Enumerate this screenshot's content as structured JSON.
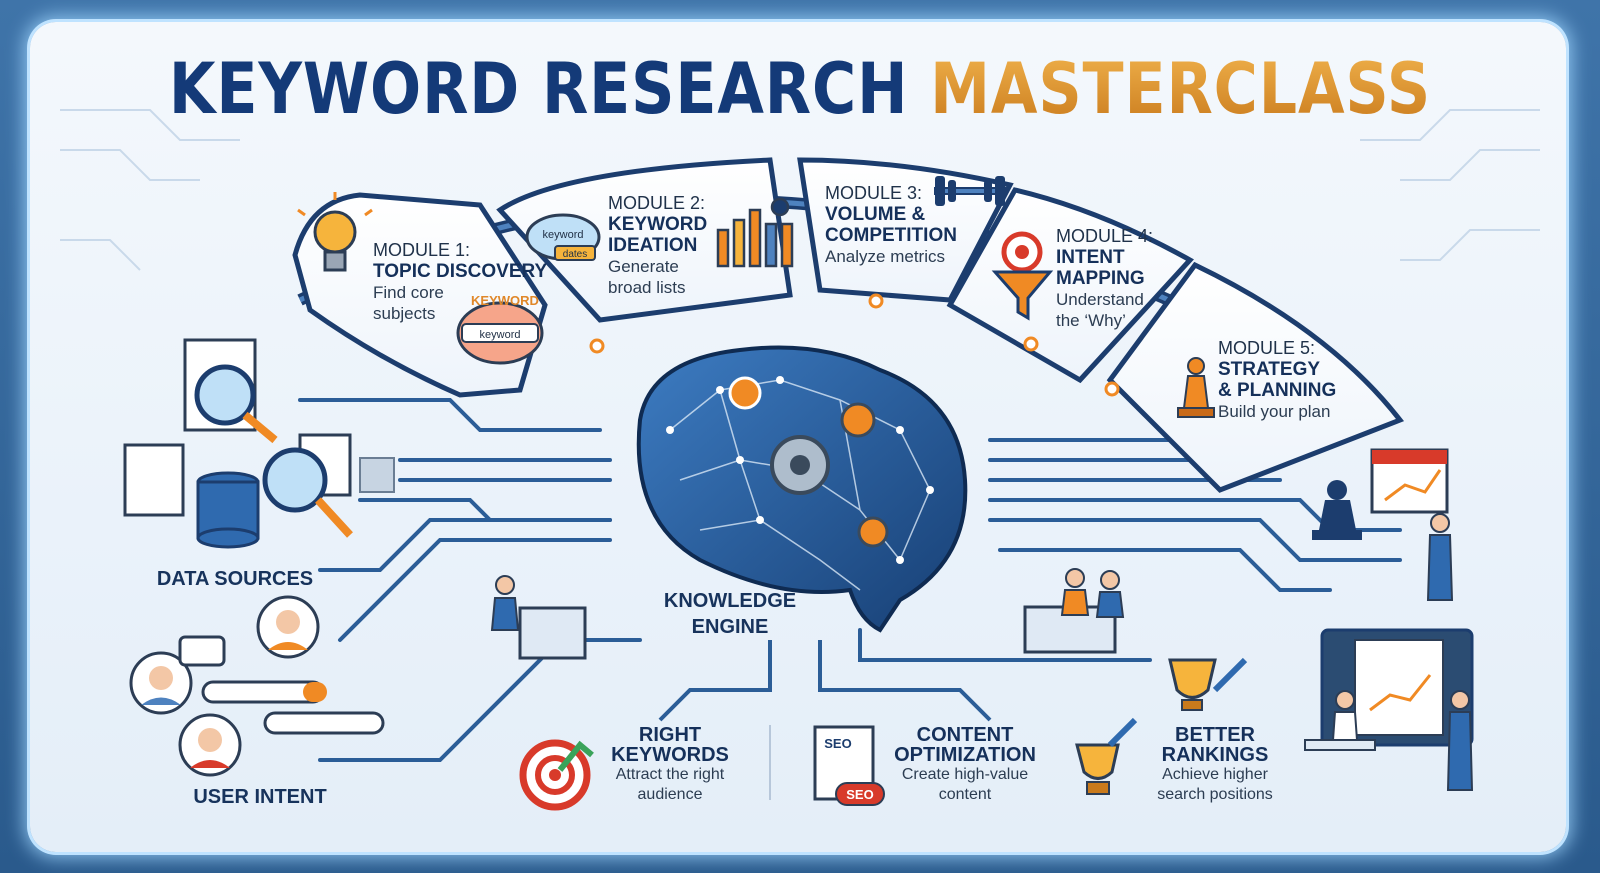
{
  "title": {
    "part1": "KEYWORD RESEARCH",
    "part2": "MASTERCLASS"
  },
  "modules": [
    {
      "number": "MODULE 1:",
      "name_l1": "TOPIC DISCOVERY",
      "name_l2": "",
      "desc_l1": "Find core",
      "desc_l2": "subjects"
    },
    {
      "number": "MODULE 2:",
      "name_l1": "KEYWORD",
      "name_l2": "IDEATION",
      "desc_l1": "Generate",
      "desc_l2": "broad lists"
    },
    {
      "number": "MODULE 3:",
      "name_l1": "VOLUME &",
      "name_l2": "COMPETITION",
      "desc_l1": "Analyze metrics",
      "desc_l2": ""
    },
    {
      "number": "MODULE 4:",
      "name_l1": "INTENT",
      "name_l2": "MAPPING",
      "desc_l1": "Understand",
      "desc_l2": "the ‘Why’"
    },
    {
      "number": "MODULE 5:",
      "name_l1": "STRATEGY",
      "name_l2": "& PLANNING",
      "desc_l1": "Build your plan",
      "desc_l2": ""
    }
  ],
  "illustration_words": {
    "cloud_top": "keyword",
    "cloud_bottom": "dates",
    "brain_top": "KEYWORD",
    "brain_tag": "keyword",
    "seo_doc": "SEO",
    "seo_badge": "SEO"
  },
  "labels": {
    "data_sources": "DATA SOURCES",
    "user_intent": "USER INTENT",
    "engine_l1": "KNOWLEDGE",
    "engine_l2": "ENGINE"
  },
  "outcomes": [
    {
      "h1": "RIGHT",
      "h2": "KEYWORDS",
      "d1": "Attract the right",
      "d2": "audience"
    },
    {
      "h1": "CONTENT",
      "h2": "OPTIMIZATION",
      "d1": "Create high-value",
      "d2": "content"
    },
    {
      "h1": "BETTER",
      "h2": "RANKINGS",
      "d1": "Achieve higher",
      "d2": "search positions"
    }
  ],
  "colors": {
    "navy": "#15305a",
    "gold": "#d98f2a",
    "accent_orange": "#f08a24",
    "brain_blue": "#1f4f8a"
  }
}
